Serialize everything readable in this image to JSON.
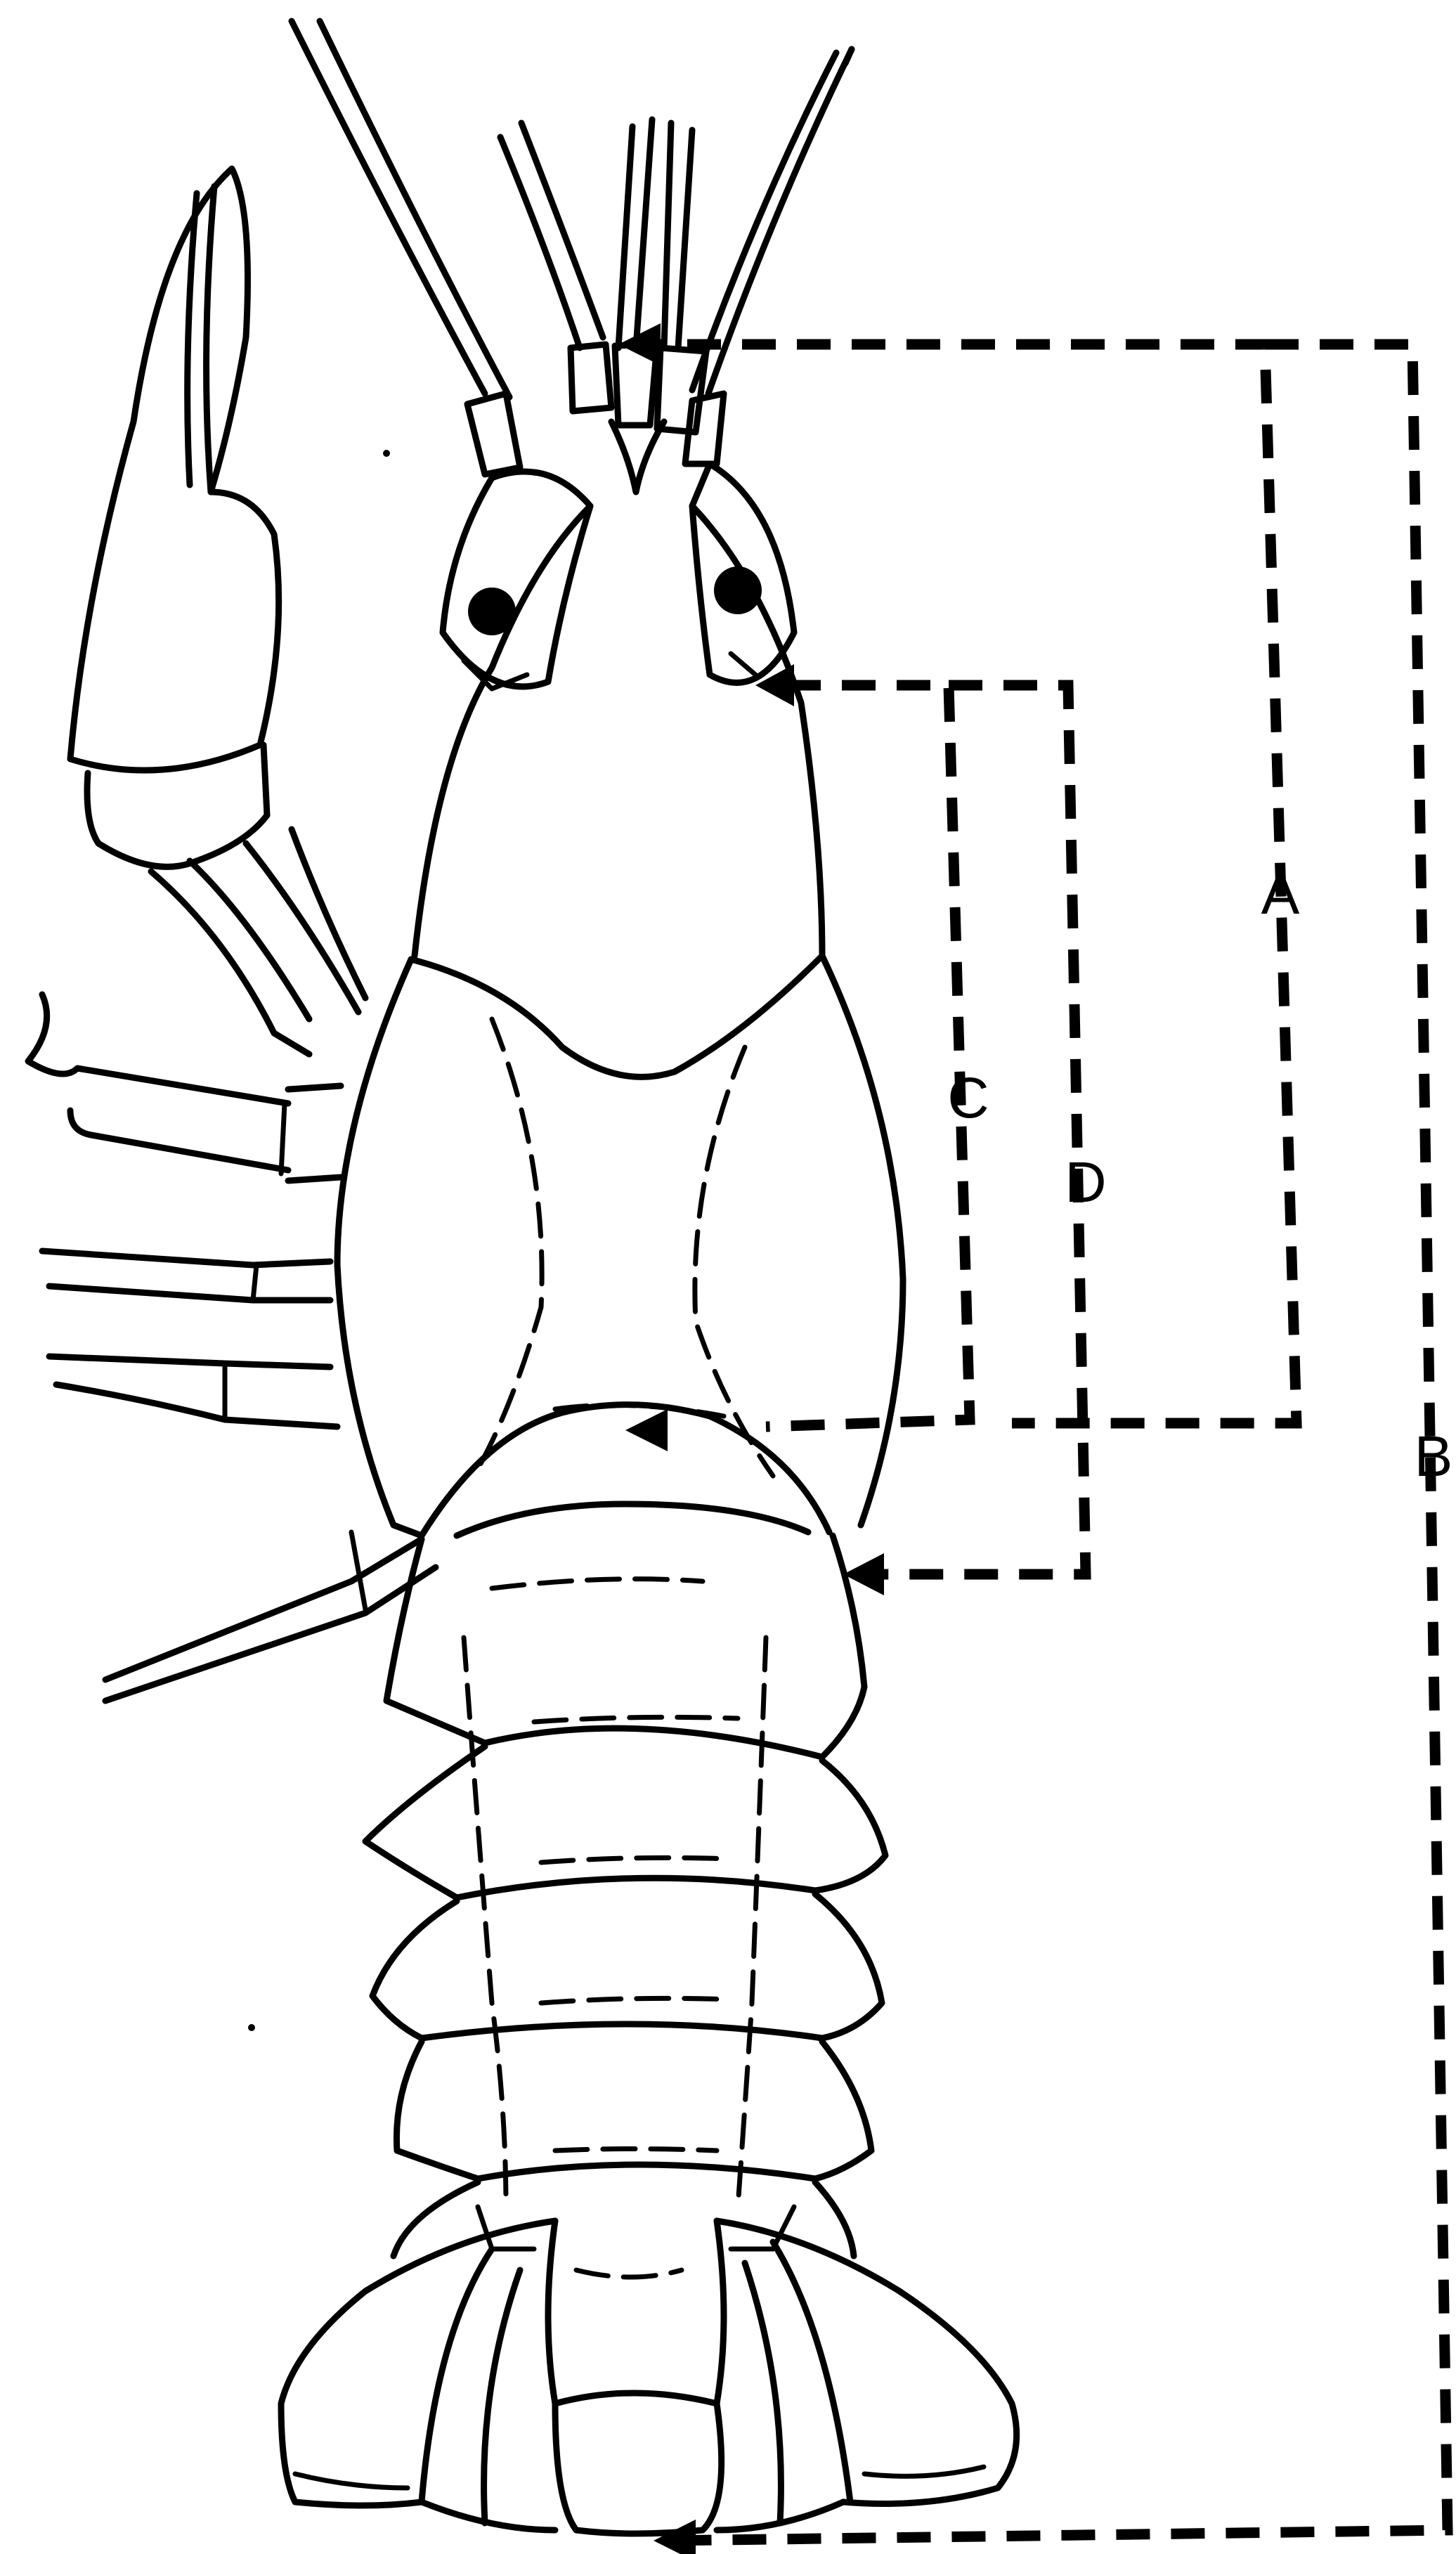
{
  "labels": {
    "A": "A",
    "B": "B",
    "C": "C",
    "D": "D"
  },
  "colors": {
    "ink": "#000000",
    "paper": "#ffffff"
  }
}
